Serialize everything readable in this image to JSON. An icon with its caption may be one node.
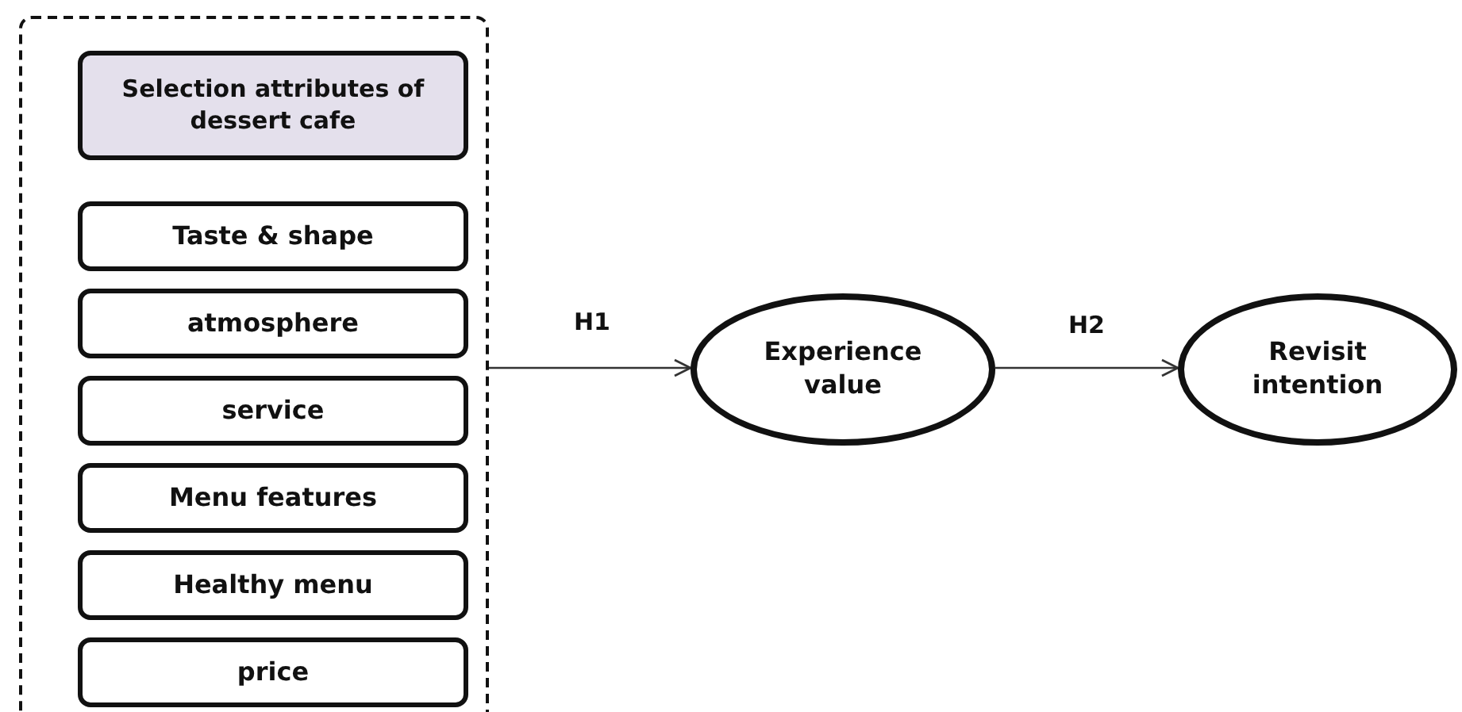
{
  "diagram": {
    "nodes": [
      {
        "text": [],
        "shape": "box"
      },
      {
        "text": [
          "Selection attributes of dessert cafe"
        ],
        "in": 0
      },
      {
        "text": [
          "Taste & shape"
        ],
        "in": 0
      },
      {
        "text": [
          "atmosphere"
        ],
        "in": 0
      },
      {
        "text": [
          "service"
        ],
        "in": 0
      },
      {
        "text": [
          "Menu features"
        ],
        "in": 0
      },
      {
        "text": [
          "Healthy menu"
        ],
        "in": 0
      },
      {
        "text": [
          "price"
        ],
        "in": 0
      },
      {
        "text": [
          "Experience value"
        ]
      },
      {
        "text": [
          "Revisit intention"
        ]
      }
    ],
    "edges": [
      {
        "from": 0,
        "to": 8,
        "arrow": "to",
        "label": "H1"
      },
      {
        "from": 8,
        "to": 9,
        "arrow": "to",
        "label": "H2"
      }
    ]
  }
}
